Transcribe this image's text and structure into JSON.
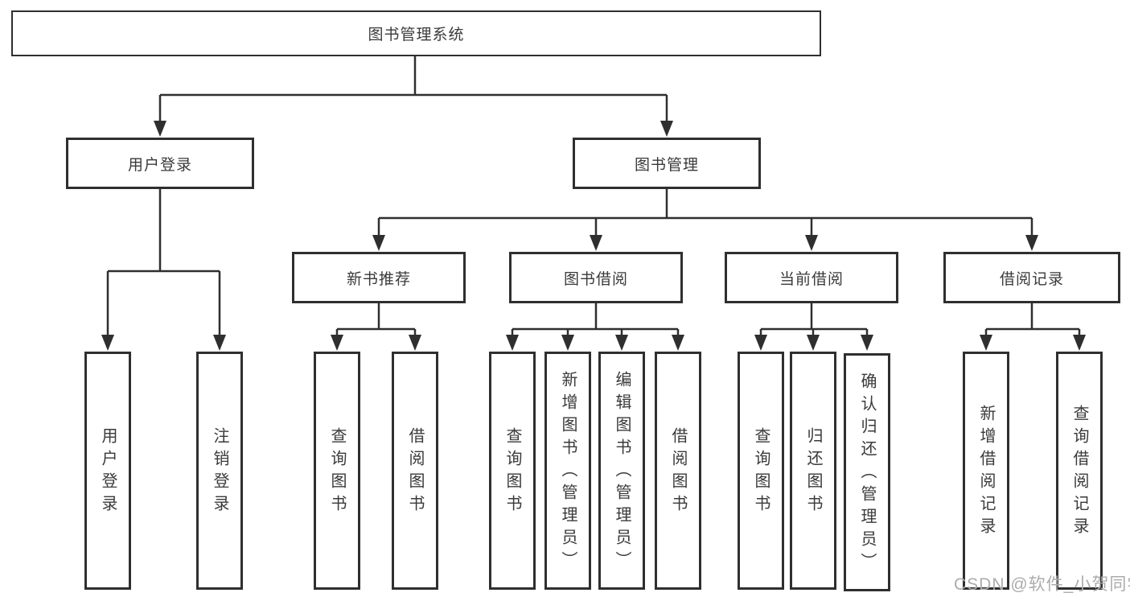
{
  "diagram": {
    "title_note": "functional structure chart",
    "root": {
      "label": "图书管理系统"
    },
    "level2": [
      {
        "label": "用户登录"
      },
      {
        "label": "图书管理"
      }
    ],
    "level3": [
      {
        "label": "新书推荐"
      },
      {
        "label": "图书借阅"
      },
      {
        "label": "当前借阅"
      },
      {
        "label": "借阅记录"
      }
    ],
    "leaves": [
      {
        "label": "用户登录"
      },
      {
        "label": "注销登录"
      },
      {
        "label": "查询图书"
      },
      {
        "label": "借阅图书"
      },
      {
        "label": "查询图书"
      },
      {
        "label": "新增图书（管理员）"
      },
      {
        "label": "编辑图书（管理员）"
      },
      {
        "label": "借阅图书"
      },
      {
        "label": "查询图书"
      },
      {
        "label": "归还图书"
      },
      {
        "label": "确认归还（管理员）"
      },
      {
        "label": "新增借阅记录"
      },
      {
        "label": "查询借阅记录"
      }
    ]
  },
  "watermark": {
    "text": "CSDN @软件_小贺同学"
  },
  "colors": {
    "line": "#2f2f2f",
    "text": "#3a3a3a",
    "background": "#ffffff",
    "watermark": "#acacac"
  }
}
